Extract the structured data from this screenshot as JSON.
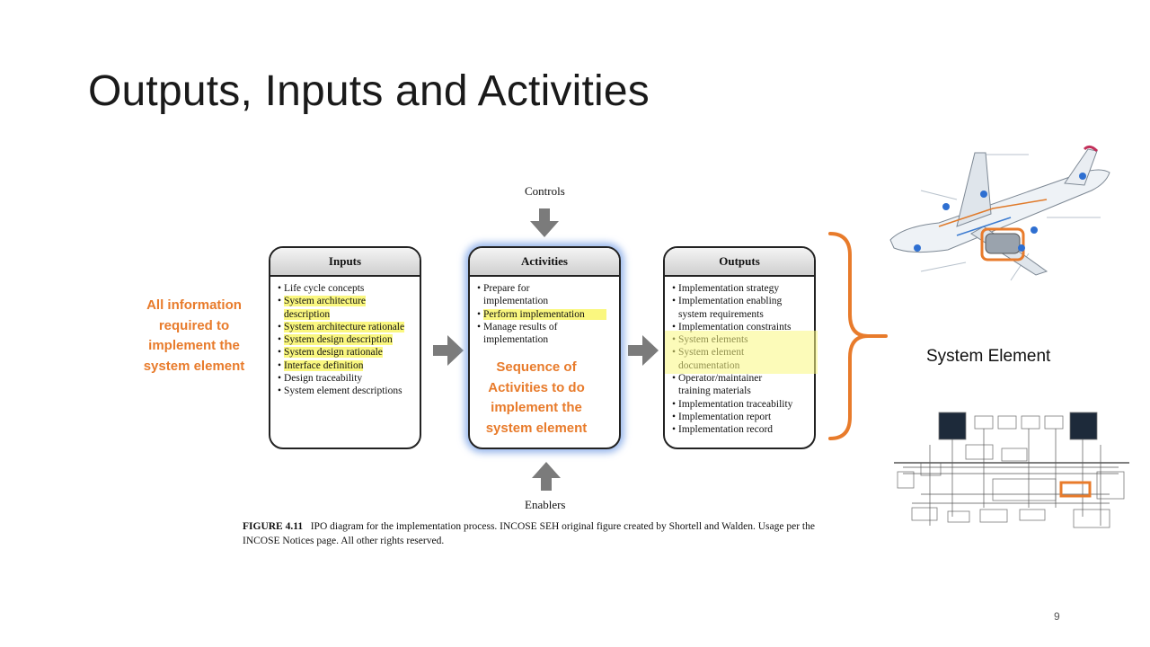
{
  "slide": {
    "title": "Outputs, Inputs and Activities",
    "page_number": "9"
  },
  "diagram": {
    "controls_label": "Controls",
    "enablers_label": "Enablers",
    "inputs": {
      "header": "Inputs",
      "items": [
        "Life cycle concepts",
        "System architecture description",
        "System architecture rationale",
        "System design description",
        "System design rationale",
        "Interface definition",
        "Design traceability",
        "System element descriptions"
      ]
    },
    "activities": {
      "header": "Activities",
      "items": [
        "Prepare for implementation",
        "Perform implementation",
        "Manage results of implementation"
      ]
    },
    "outputs": {
      "header": "Outputs",
      "items": [
        "Implementation strategy",
        "Implementation enabling system requirements",
        "Implementation constraints",
        "System elements",
        "System element documentation",
        "Operator/maintainer training materials",
        "Implementation traceability",
        "Implementation report",
        "Implementation record"
      ]
    },
    "caption_label": "FIGURE 4.11",
    "caption_text": "IPO diagram for the implementation process. INCOSE SEH original figure created by Shortell and Walden. Usage per the INCOSE Notices page. All other rights reserved."
  },
  "annotations": {
    "inputs_note": "All information required to implement the system element",
    "activities_note": "Sequence of Activities to do implement the system element",
    "system_element_label": "System Element",
    "accent_color": "#e87b2b",
    "highlight_color": "#faf77f"
  }
}
